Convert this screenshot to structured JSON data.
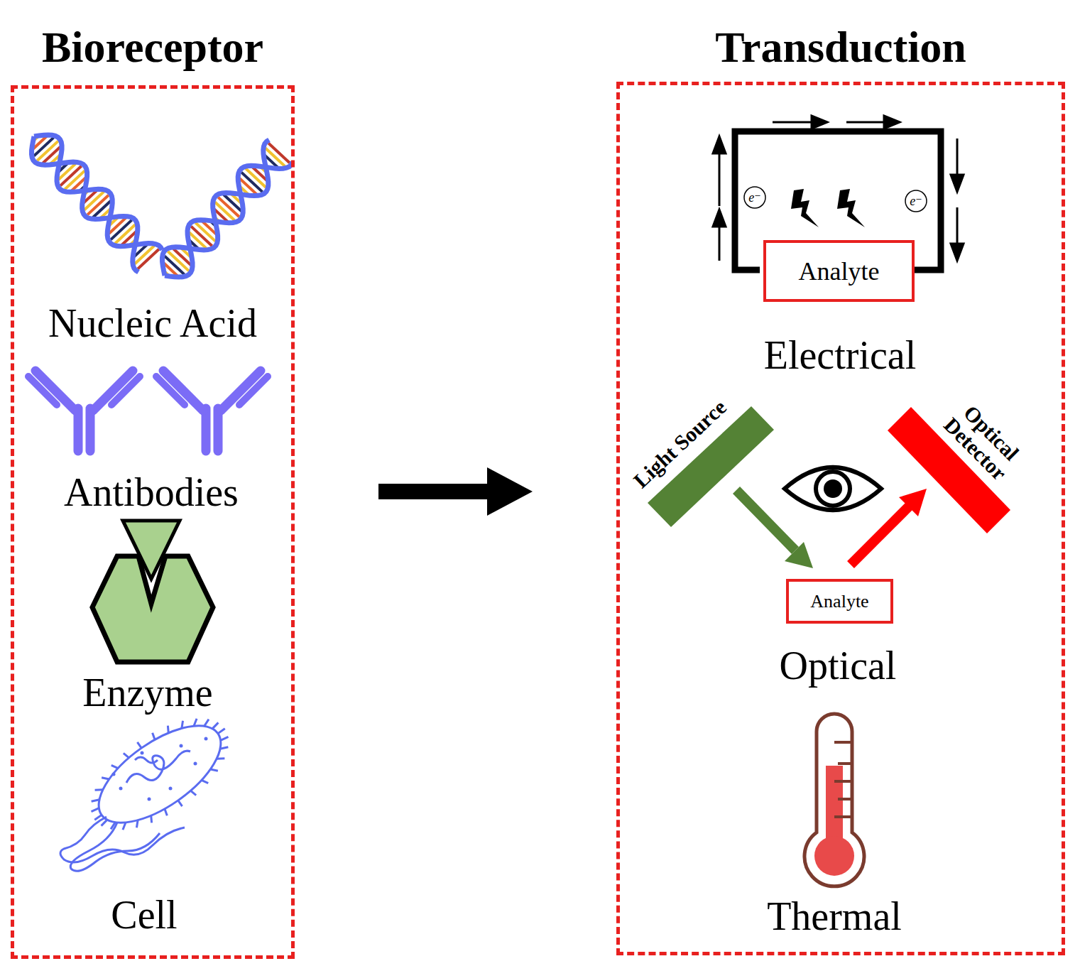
{
  "diagram": {
    "nodes": [
      {
        "text": [
          "Bioreceptor"
        ]
      },
      {
        "text": [
          "Transduction"
        ]
      },
      {
        "text": [
          "Analyte"
        ],
        "in": 1
      },
      {
        "text": [
          "Analyte"
        ],
        "in": 1
      }
    ],
    "edges": [
      {
        "from": 0,
        "to": 1,
        "arrow": "to"
      }
    ],
    "labels": [
      "Nucleic Acid",
      "Antibodies",
      "Enzyme",
      "Cell",
      "e⁻",
      "e⁻",
      "Electrical",
      "Light Source",
      "Optical Detector",
      "Optical",
      "Thermal"
    ]
  }
}
